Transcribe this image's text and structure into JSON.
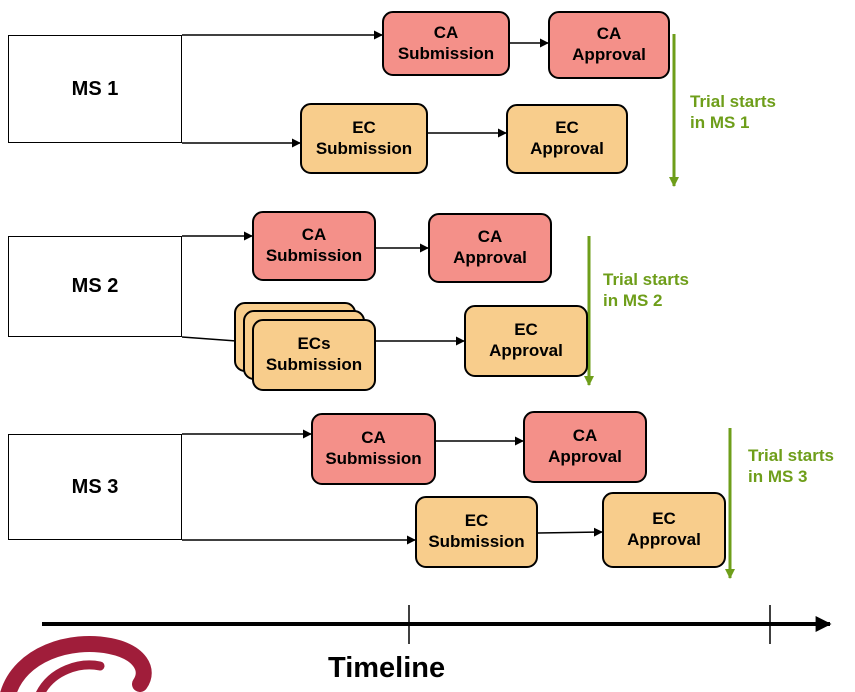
{
  "member_states": [
    {
      "label": "MS 1"
    },
    {
      "label": "MS 2"
    },
    {
      "label": "MS 3"
    }
  ],
  "boxes": {
    "ms1_ca_submission": {
      "line1": "CA",
      "line2": "Submission"
    },
    "ms1_ca_approval": {
      "line1": "CA",
      "line2": "Approval"
    },
    "ms1_ec_submission": {
      "line1": "EC",
      "line2": "Submission"
    },
    "ms1_ec_approval": {
      "line1": "EC",
      "line2": "Approval"
    },
    "ms2_ca_submission": {
      "line1": "CA",
      "line2": "Submission"
    },
    "ms2_ca_approval": {
      "line1": "CA",
      "line2": "Approval"
    },
    "ms2_ecs_submission": {
      "line1": "ECs",
      "line2": "Submission"
    },
    "ms2_ec_approval": {
      "line1": "EC",
      "line2": "Approval"
    },
    "ms3_ca_submission": {
      "line1": "CA",
      "line2": "Submission"
    },
    "ms3_ca_approval": {
      "line1": "CA",
      "line2": "Approval"
    },
    "ms3_ec_submission": {
      "line1": "EC",
      "line2": "Submission"
    },
    "ms3_ec_approval": {
      "line1": "EC",
      "line2": "Approval"
    }
  },
  "trial_starts": [
    {
      "line1": "Trial starts",
      "line2": "in MS 1"
    },
    {
      "line1": "Trial starts",
      "line2": "in MS 2"
    },
    {
      "line1": "Trial starts",
      "line2": "in MS 3"
    }
  ],
  "timeline": {
    "label": "Timeline"
  },
  "colors": {
    "ca_fill": "#f49089",
    "ec_fill": "#f8cd8c",
    "trial_green": "#6e9e1a",
    "logo": "#a01d3a"
  }
}
